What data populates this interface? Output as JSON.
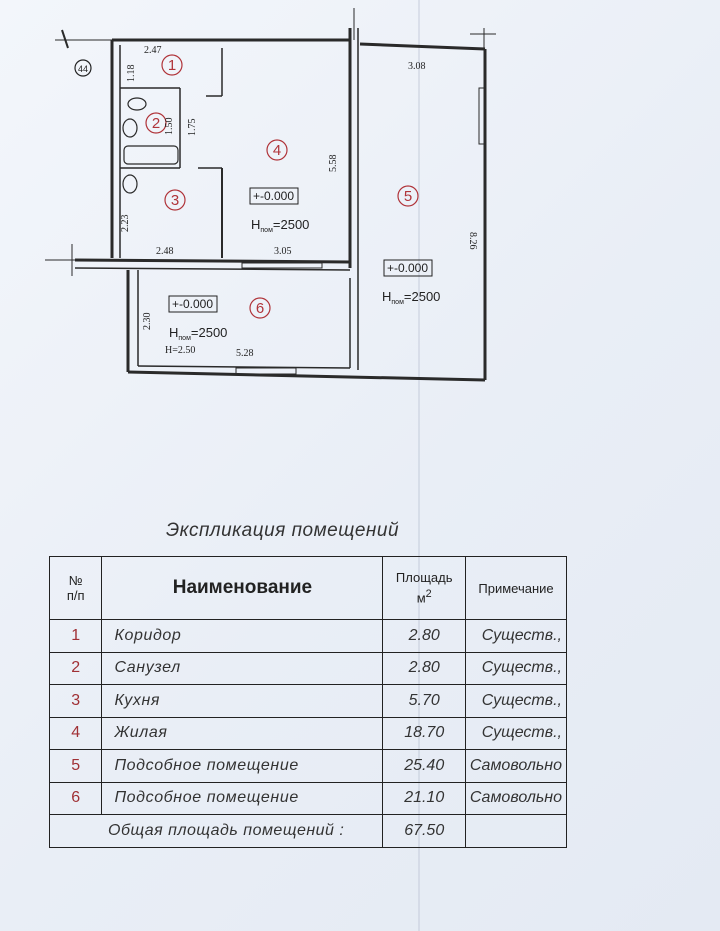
{
  "plan": {
    "building_number": "44",
    "rooms": [
      {
        "number": "1"
      },
      {
        "number": "2"
      },
      {
        "number": "3"
      },
      {
        "number": "4"
      },
      {
        "number": "5"
      },
      {
        "number": "6"
      }
    ],
    "dimensions": {
      "d_2_47": "2.47",
      "d_1_18": "1.18",
      "d_1_75": "1.75",
      "d_1_50": "1.50",
      "d_5_58": "5.58",
      "d_3_08": "3.08",
      "d_8_26": "8.26",
      "d_2_23": "2.23",
      "d_2_48": "2.48",
      "d_3_05": "3.05",
      "d_2_30": "2.30",
      "d_5_28": "5.28"
    },
    "level_tag": "+-0.000",
    "height_label": "H",
    "height_sub": "пом",
    "height_value": "=2500",
    "height_note_6": "H=2.50"
  },
  "explication": {
    "title": "Экспликация помещений",
    "headers": {
      "num_line1": "№",
      "num_line2": "п/п",
      "name": "Наименование",
      "area_line1": "Площадь",
      "area_line2": "м",
      "area_sup": "2",
      "note": "Примечание"
    },
    "rows": [
      {
        "num": "1",
        "name": "Коридор",
        "area": "2.80",
        "note": "Существ.,"
      },
      {
        "num": "2",
        "name": "Санузел",
        "area": "2.80",
        "note": "Существ.,"
      },
      {
        "num": "3",
        "name": "Кухня",
        "area": "5.70",
        "note": "Существ.,"
      },
      {
        "num": "4",
        "name": "Жилая",
        "area": "18.70",
        "note": "Существ.,"
      },
      {
        "num": "5",
        "name": "Подсобное помещение",
        "area": "25.40",
        "note": "Самовольно"
      },
      {
        "num": "6",
        "name": "Подсобное помещение",
        "area": "21.10",
        "note": "Самовольно"
      }
    ],
    "total_label": "Общая площадь помещений :",
    "total_area": "67.50"
  }
}
